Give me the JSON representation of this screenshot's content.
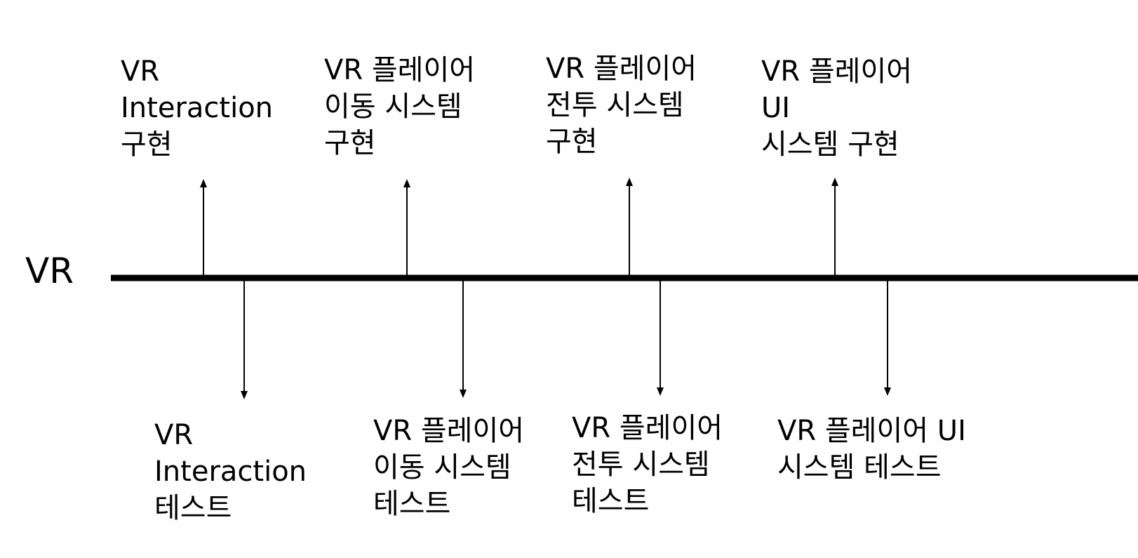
{
  "timeline": {
    "track_label": "VR",
    "colors": {
      "line": "#000000",
      "text": "#000000",
      "background": "#ffffff"
    }
  },
  "milestones_above": [
    {
      "lines": [
        "VR",
        "Interaction",
        "구현"
      ]
    },
    {
      "lines": [
        "VR 플레이어",
        "이동 시스템",
        "구현"
      ]
    },
    {
      "lines": [
        "VR 플레이어",
        "전투 시스템",
        "구현"
      ]
    },
    {
      "lines": [
        "VR 플레이어",
        "UI",
        "시스템 구현"
      ]
    }
  ],
  "milestones_below": [
    {
      "lines": [
        "VR",
        "Interaction",
        "테스트"
      ]
    },
    {
      "lines": [
        "VR 플레이어",
        "이동 시스템",
        "테스트"
      ]
    },
    {
      "lines": [
        "VR 플레이어",
        "전투 시스템",
        "테스트"
      ]
    },
    {
      "lines": [
        "VR 플레이어 UI",
        "시스템 테스트"
      ]
    }
  ]
}
